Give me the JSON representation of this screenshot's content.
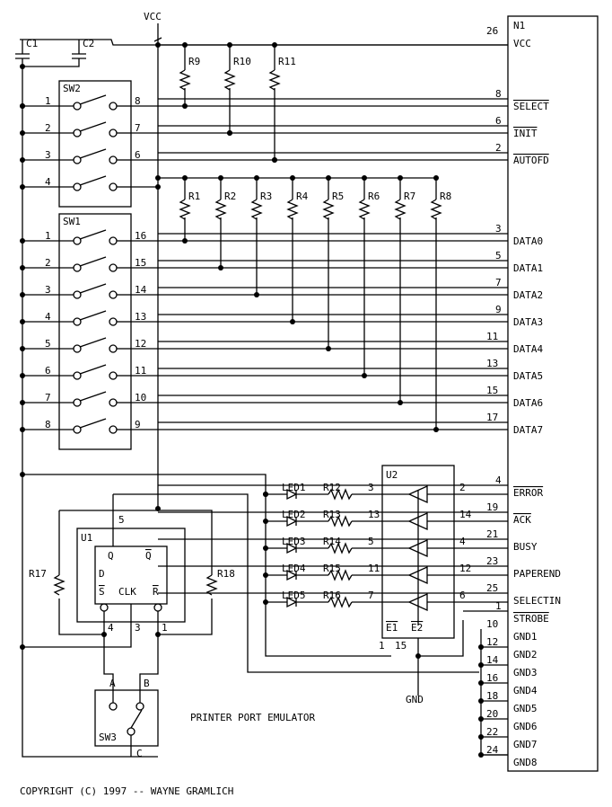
{
  "title": "PRINTER PORT EMULATOR",
  "copyright": "COPYRIGHT (C) 1997 -- WAYNE GRAMLICH",
  "vcc": "VCC",
  "gnd": "GND",
  "caps": [
    "C1",
    "C2"
  ],
  "pullups_top": [
    "R9",
    "R10",
    "R11"
  ],
  "pullups_data": [
    "R1",
    "R2",
    "R3",
    "R4",
    "R5",
    "R6",
    "R7",
    "R8"
  ],
  "sw2": {
    "name": "SW2",
    "left": [
      "1",
      "2",
      "3",
      "4"
    ],
    "right": [
      "8",
      "7",
      "6"
    ]
  },
  "sw1": {
    "name": "SW1",
    "left": [
      "1",
      "2",
      "3",
      "4",
      "5",
      "6",
      "7",
      "8"
    ],
    "right": [
      "16",
      "15",
      "14",
      "13",
      "12",
      "11",
      "10",
      "9"
    ]
  },
  "n1": {
    "name": "N1",
    "pins": [
      {
        "num": "26",
        "label": "VCC",
        "bar": false
      },
      {
        "num": "8",
        "label": "SELECT",
        "bar": true
      },
      {
        "num": "6",
        "label": "INIT",
        "bar": true
      },
      {
        "num": "2",
        "label": "AUTOFD",
        "bar": true
      },
      {
        "num": "3",
        "label": "DATA0",
        "bar": false
      },
      {
        "num": "5",
        "label": "DATA1",
        "bar": false
      },
      {
        "num": "7",
        "label": "DATA2",
        "bar": false
      },
      {
        "num": "9",
        "label": "DATA3",
        "bar": false
      },
      {
        "num": "11",
        "label": "DATA4",
        "bar": false
      },
      {
        "num": "13",
        "label": "DATA5",
        "bar": false
      },
      {
        "num": "15",
        "label": "DATA6",
        "bar": false
      },
      {
        "num": "17",
        "label": "DATA7",
        "bar": false
      },
      {
        "num": "4",
        "label": "ERROR",
        "bar": true
      },
      {
        "num": "19",
        "label": "ACK",
        "bar": true
      },
      {
        "num": "21",
        "label": "BUSY",
        "bar": false
      },
      {
        "num": "23",
        "label": "PAPEREND",
        "bar": false
      },
      {
        "num": "25",
        "label": "SELECTIN",
        "bar": false
      },
      {
        "num": "1",
        "label": "STROBE",
        "bar": true
      },
      {
        "num": "10",
        "label": "GND1",
        "bar": false
      },
      {
        "num": "12",
        "label": "GND2",
        "bar": false
      },
      {
        "num": "14",
        "label": "GND3",
        "bar": false
      },
      {
        "num": "16",
        "label": "GND4",
        "bar": false
      },
      {
        "num": "18",
        "label": "GND5",
        "bar": false
      },
      {
        "num": "20",
        "label": "GND6",
        "bar": false
      },
      {
        "num": "22",
        "label": "GND7",
        "bar": false
      },
      {
        "num": "24",
        "label": "GND8",
        "bar": false
      }
    ]
  },
  "u2": {
    "name": "U2",
    "leds": [
      "LED1",
      "LED2",
      "LED3",
      "LED4",
      "LED5"
    ],
    "res": [
      "R12",
      "R13",
      "R14",
      "R15",
      "R16"
    ],
    "in_pins": [
      "3",
      "13",
      "5",
      "11",
      "7"
    ],
    "out_pins": [
      "2",
      "14",
      "4",
      "12",
      "6"
    ],
    "enables": [
      "E1",
      "E2"
    ],
    "en_pins": [
      "1",
      "15"
    ]
  },
  "u1": {
    "name": "U1",
    "q": "Q",
    "qbar": "Q",
    "d": "D",
    "s": "S",
    "clk": "CLK",
    "r": "R",
    "pins": {
      "top": "5",
      "left": "4",
      "mid": "3",
      "right": "1"
    }
  },
  "r17": "R17",
  "r18": "R18",
  "sw3": {
    "name": "SW3",
    "a": "A",
    "b": "B",
    "c": "C"
  }
}
